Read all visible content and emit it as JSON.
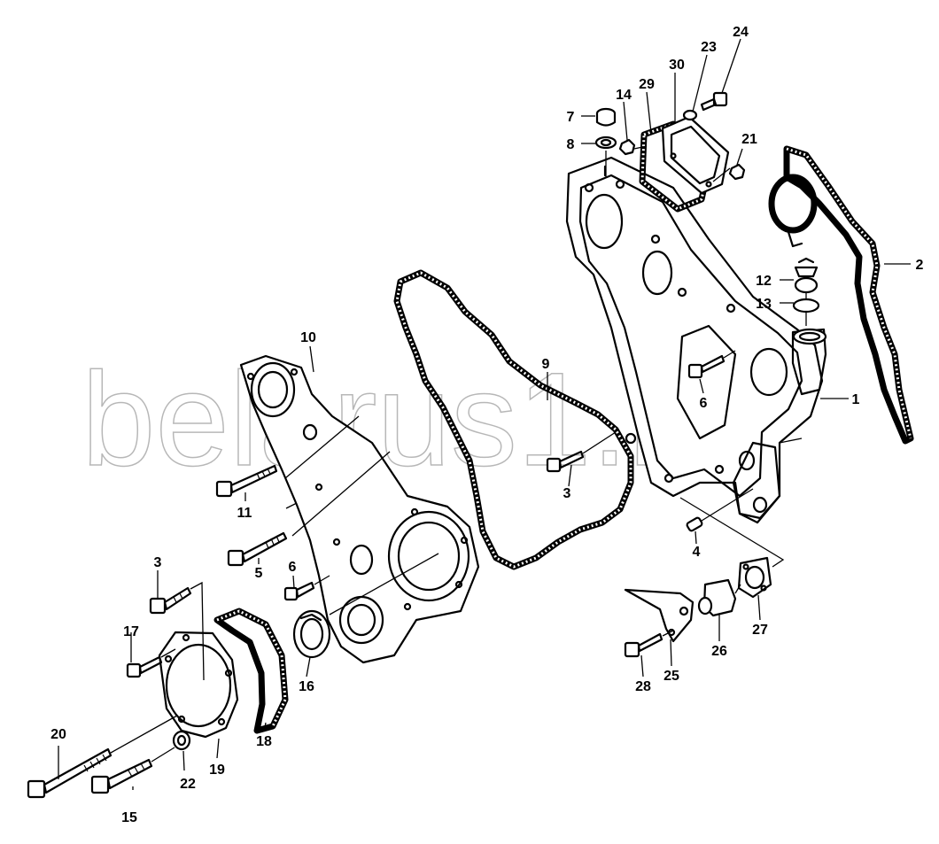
{
  "watermark": "belarus1.ru",
  "callouts": {
    "c1": "1",
    "c2": "2",
    "c3a": "3",
    "c3b": "3",
    "c4": "4",
    "c5": "5",
    "c6a": "6",
    "c6b": "6",
    "c7": "7",
    "c8": "8",
    "c9": "9",
    "c10": "10",
    "c11": "11",
    "c12": "12",
    "c13": "13",
    "c14": "14",
    "c15": "15",
    "c16": "16",
    "c17": "17",
    "c18": "18",
    "c19": "19",
    "c20": "20",
    "c21": "21",
    "c22": "22",
    "c23": "23",
    "c24": "24",
    "c25": "25",
    "c26": "26",
    "c27": "27",
    "c28": "28",
    "c29": "29",
    "c30": "30"
  }
}
